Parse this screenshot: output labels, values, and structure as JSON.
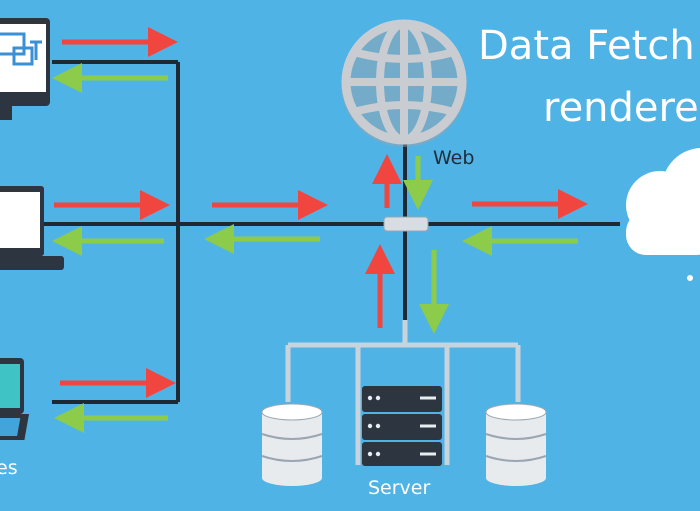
{
  "title": {
    "line1": "Data Fetch",
    "line2": "rendere"
  },
  "labels": {
    "web": "Web",
    "server": "Server",
    "devices": "es"
  },
  "colors": {
    "background": "#4fb3e6",
    "line": "#1f2933",
    "request_arrow": "#f0463f",
    "response_arrow": "#8ccc4a",
    "globe": "#c9cdd2",
    "cloud": "#ffffff",
    "rack": "#ccd5dd"
  },
  "icons": [
    "desktop-monitor-icon",
    "laptop-icon",
    "tablet-icon",
    "globe-icon",
    "cloud-icon",
    "server-rack-icon",
    "database-icon",
    "hub-node-icon"
  ]
}
